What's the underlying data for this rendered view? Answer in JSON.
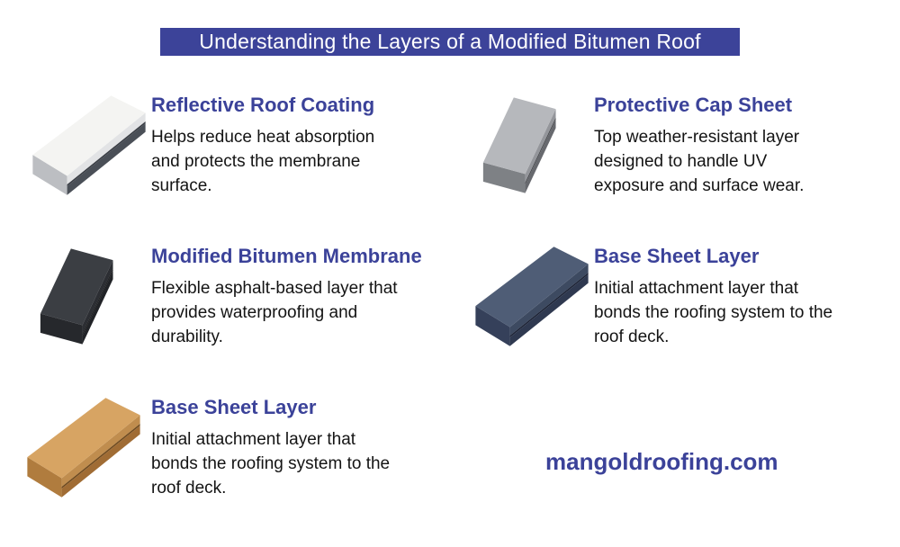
{
  "banner": {
    "title": "Understanding the Layers of a Modified Bitumen Roof",
    "bg_color": "#3c4399",
    "text_color": "#ffffff"
  },
  "colors": {
    "heading": "#3b4299",
    "body_text": "#141414",
    "background": "#ffffff"
  },
  "items": [
    {
      "heading": "Reflective Roof Coating",
      "body_lines": [
        "Helps reduce heat absorption",
        "and protects the membrane",
        "surface."
      ],
      "slab": {
        "top": "#f4f4f2",
        "side": "#e2e3e5",
        "seam": "#393d44",
        "band": "#4a4f57",
        "left": "#bcbec2"
      }
    },
    {
      "heading": "Protective Cap Sheet",
      "body_lines": [
        "Top weather-resistant layer",
        "designed to handle UV",
        "exposure and surface wear."
      ],
      "slab": {
        "top": "#b6b8bc",
        "side": "#94969b",
        "seam": "#3c3e42",
        "band": "#67696e",
        "left": "#7e8185"
      }
    },
    {
      "heading": "Modified Bitumen Membrane",
      "body_lines": [
        "Flexible asphalt-based layer that",
        "provides waterproofing and",
        "durability."
      ],
      "slab": {
        "top": "#3b3e43",
        "side": "#2c2e33",
        "seam": "#0e0f11",
        "band": "#212327",
        "left": "#26282c"
      }
    },
    {
      "heading": "Base Sheet Layer",
      "body_lines": [
        "Initial attachment layer that",
        "bonds the roofing system to the",
        "roof deck."
      ],
      "slab": {
        "top": "#4f5d76",
        "side": "#3d4a61",
        "seam": "#1c2336",
        "band": "#2f3950",
        "left": "#35405a"
      }
    },
    {
      "heading": "Base Sheet Layer",
      "body_lines": [
        "Initial attachment layer that",
        "bonds the roofing system to the",
        "roof deck."
      ],
      "slab": {
        "top": "#d7a463",
        "side": "#c08d4e",
        "seam": "#6f4a1e",
        "band": "#a06c34",
        "left": "#b07c3e"
      }
    }
  ],
  "footer": {
    "website": "mangoldroofing.com"
  }
}
